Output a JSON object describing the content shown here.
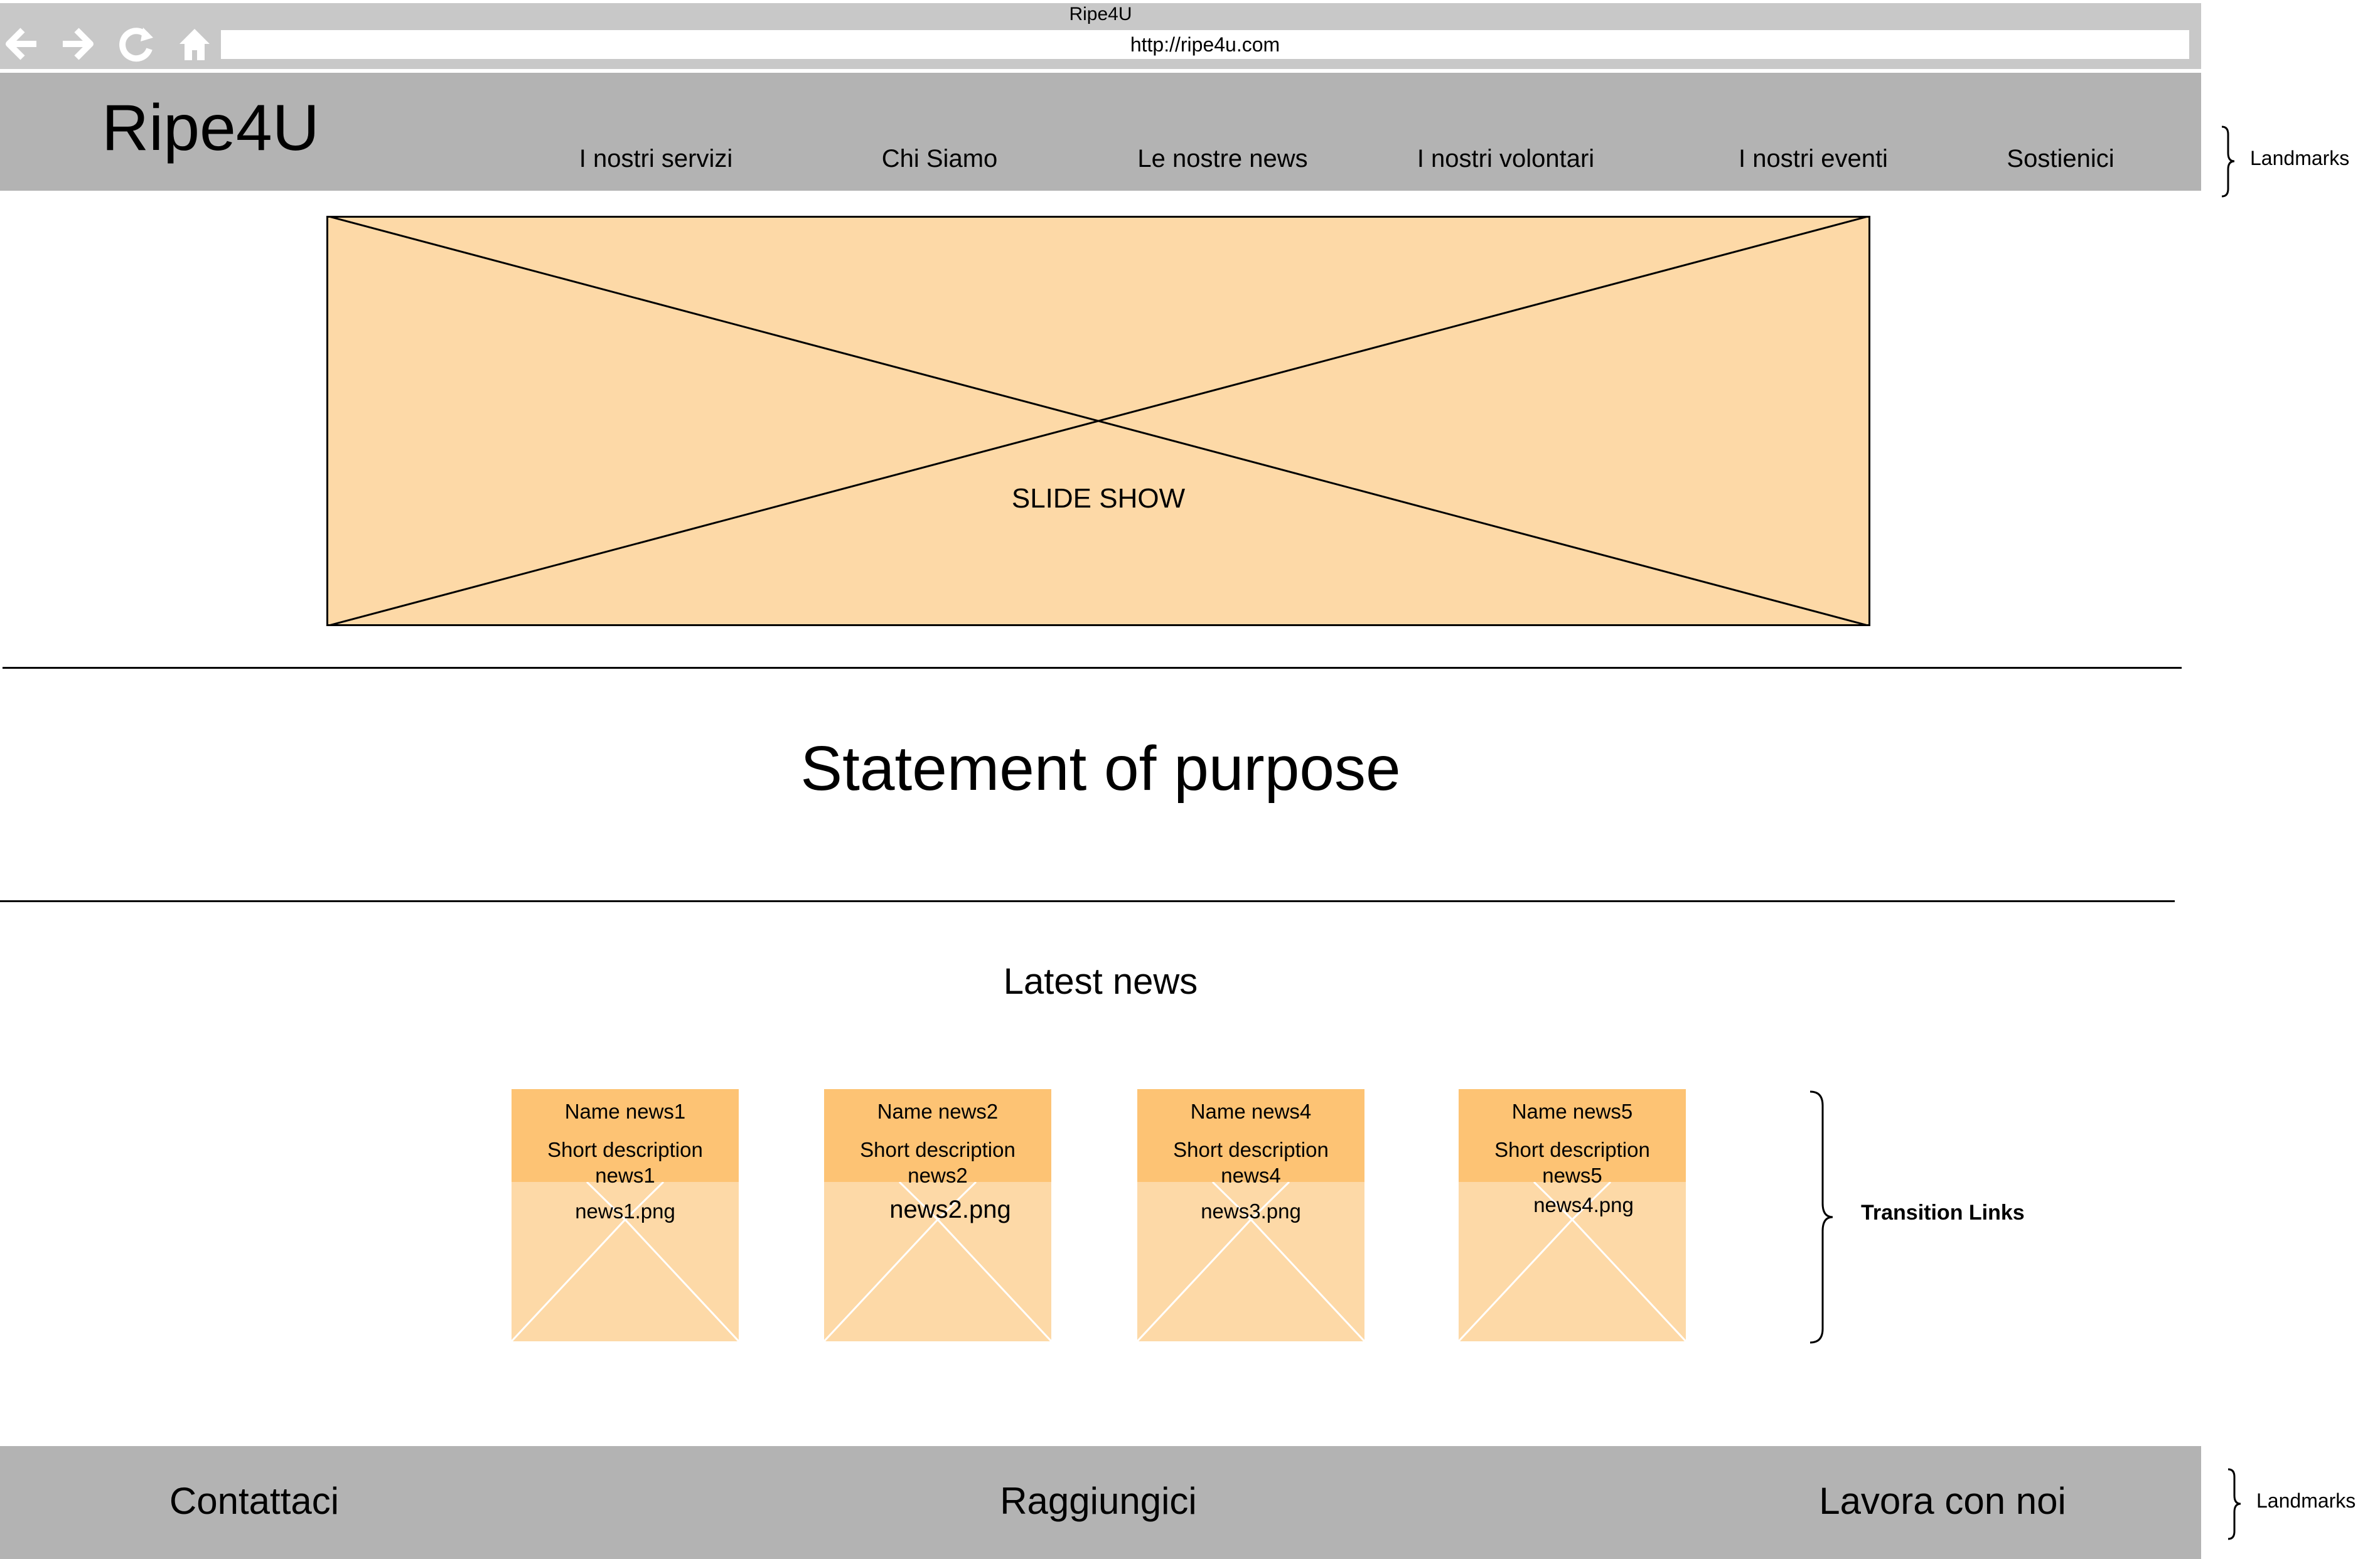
{
  "browser": {
    "window_title": "Ripe4U",
    "url": "http://ripe4u.com",
    "icons": [
      "back-arrow-icon",
      "forward-arrow-icon",
      "reload-icon",
      "home-icon"
    ]
  },
  "header": {
    "logo": "Ripe4U",
    "nav": [
      "I nostri servizi",
      "Chi Siamo",
      "Le nostre news",
      "I nostri volontari",
      "I nostri eventi",
      "Sostienici"
    ]
  },
  "annotations": {
    "landmarks_top": "Landmarks",
    "transition_links": "Transition Links",
    "landmarks_bottom": "Landmarks"
  },
  "slideshow": {
    "label": "SLIDE SHOW"
  },
  "statement": "Statement of purpose",
  "latest_news": {
    "title": "Latest news",
    "cards": [
      {
        "name": "Name news1",
        "desc_line1": "Short description",
        "desc_line2": "news1",
        "image": "news1.png"
      },
      {
        "name": "Name news2",
        "desc_line1": "Short description",
        "desc_line2": "news2",
        "image": "news2.png"
      },
      {
        "name": "Name news4",
        "desc_line1": "Short description",
        "desc_line2": "news4",
        "image": "news3.png"
      },
      {
        "name": "Name news5",
        "desc_line1": "Short description",
        "desc_line2": "news5",
        "image": "news4.png"
      }
    ]
  },
  "footer": {
    "links": [
      "Contattaci",
      "Raggiungici",
      "Lavora con noi"
    ]
  },
  "colors": {
    "browser_chrome": "#c8c8c8",
    "header_footer": "#b3b3b3",
    "placeholder_fill": "#fdd9a7",
    "card_header": "#fdc374"
  }
}
